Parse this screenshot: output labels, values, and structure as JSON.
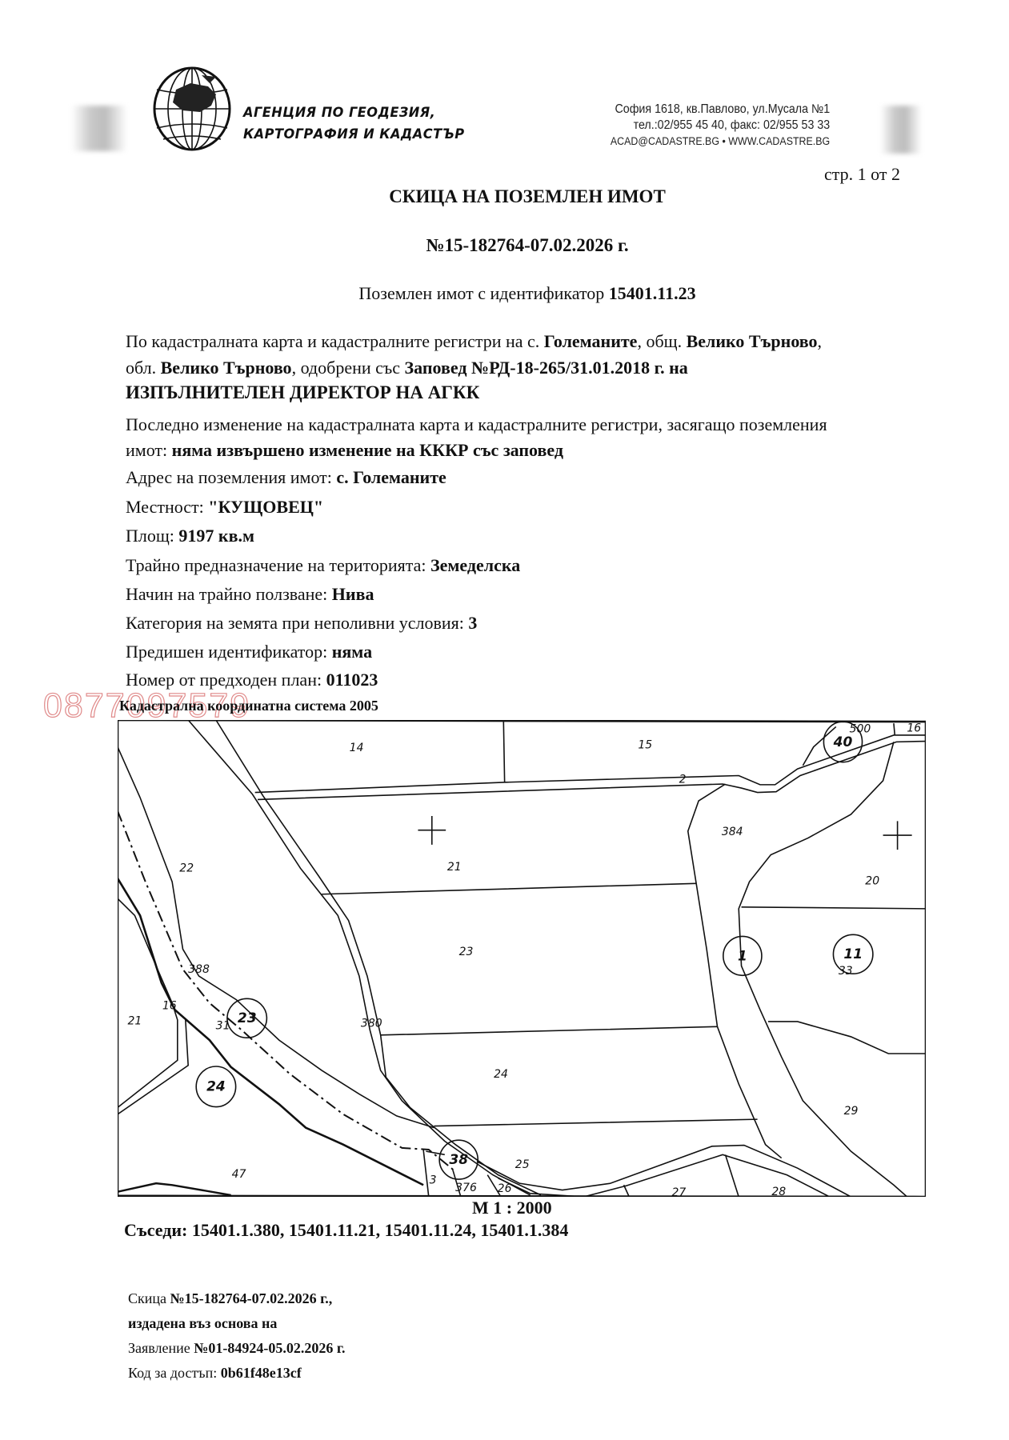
{
  "header": {
    "agency_line1": "АГЕНЦИЯ ПО ГЕОДЕЗИЯ,",
    "agency_line2": "КАРТОГРАФИЯ И КАДАСТЪР",
    "address": "София 1618, кв.Павлово, ул.Мусала №1",
    "phone": "тел.:02/955 45 40, факс: 02/955 53 33",
    "web": "ACAD@CADASTRE.BG • WWW.CADASTRE.BG",
    "page": "стр. 1 от 2"
  },
  "document": {
    "title": "СКИЦА НА ПОЗЕМЛЕН ИМОТ",
    "number": "№15-182764-07.02.2026 г.",
    "identifier_label": "Поземлен имот с идентификатор ",
    "identifier": "15401.11.23"
  },
  "body": {
    "l1a": "По кадастралната карта и кадастралните регистри на с. ",
    "l1b": "Големаните",
    "l1c": ", общ. ",
    "l1d": "Велико Търново",
    "l1e": ",",
    "l2a": "обл. ",
    "l2b": "Велико Търново",
    "l2c": ", одобрени със ",
    "l2d": "Заповед №РД-18-265/31.01.2018 г. на",
    "l3": "ИЗПЪЛНИТЕЛЕН ДИРЕКТОР НА АГКК",
    "l4": "Последно изменение на кадастралната карта и кадастралните регистри, засягащо поземления",
    "l5a": "имот: ",
    "l5b": "няма извършено изменение на КККР със заповед",
    "fields": [
      {
        "label": "Адрес на поземления имот: ",
        "value": "с. Големаните"
      },
      {
        "label": "Местност: ",
        "value": "\"КУЩОВЕЦ\""
      },
      {
        "label": "Площ: ",
        "value": "9197 кв.м"
      },
      {
        "label": "Трайно предназначение на територията: ",
        "value": "Земеделска"
      },
      {
        "label": "Начин на трайно ползване: ",
        "value": "Нива"
      },
      {
        "label": "Категория на земята при неполивни условия: ",
        "value": "3"
      },
      {
        "label": "Предишен идентификатор: ",
        "value": "няма"
      },
      {
        "label": "Номер от предходен план: ",
        "value": "011023"
      }
    ]
  },
  "watermark": "0877097579",
  "map": {
    "coord_system": "Кадастрална координатна система 2005",
    "labels": [
      "14",
      "15",
      "500",
      "16",
      "2",
      "384",
      "21",
      "22",
      "20",
      "23",
      "388",
      "33",
      "16",
      "21",
      "31",
      "380",
      "24",
      "29",
      "25",
      "47",
      "3",
      "376",
      "26",
      "27",
      "28"
    ],
    "circled": [
      "40",
      "1",
      "11",
      "23",
      "24",
      "38"
    ],
    "scale": "М 1 : 2000"
  },
  "neighbors": "Съседи: 15401.1.380, 15401.11.21, 15401.11.24, 15401.1.384",
  "footer": {
    "l1a": "Скица ",
    "l1b": "№15-182764-07.02.2026 г.,",
    "l2": "издадена въз основа на",
    "l3a": "Заявление ",
    "l3b": "№01-84924-05.02.2026 г.",
    "l4a": "Код за достъп: ",
    "l4b": "0b61f48e13cf"
  }
}
